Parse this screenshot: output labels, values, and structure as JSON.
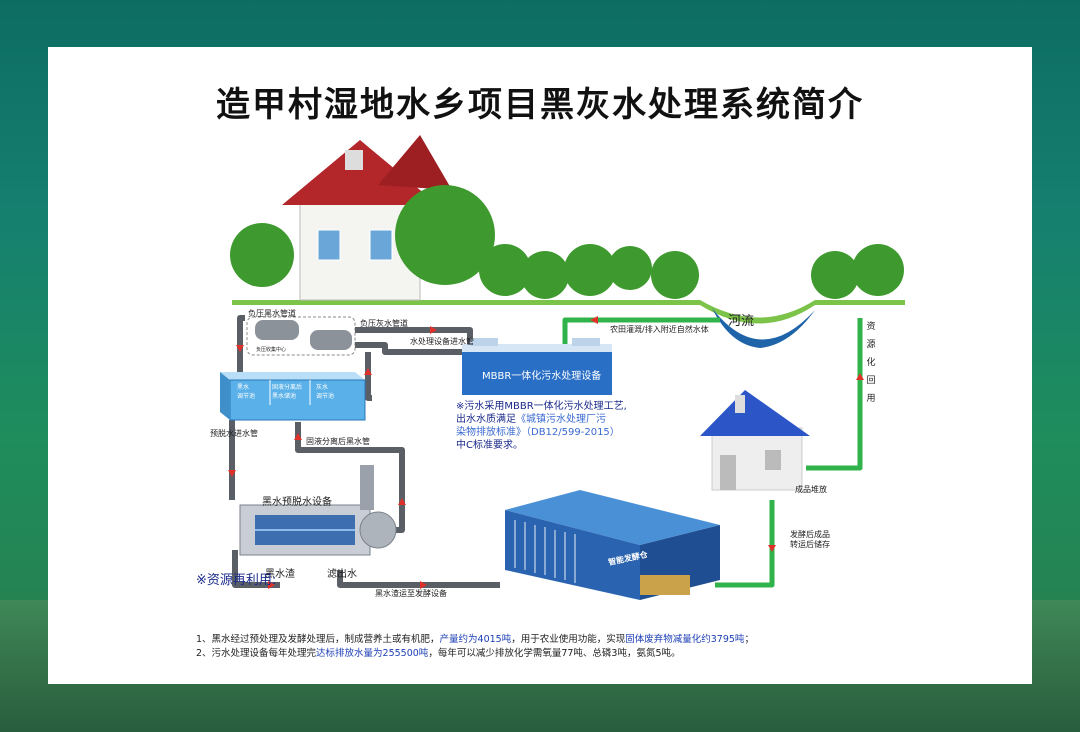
{
  "title": "造甲村湿地水乡项目黑灰水处理系统简介",
  "labels": {
    "negative_black_pipe": "负压黑水管道",
    "negative_gray_pipe": "负压灰水管道",
    "negative_center": "负压收集中心",
    "tank_black": "黑水\n调节池",
    "tank_sep": "固液分离后\n黑水储池",
    "tank_gray": "灰水\n调节池",
    "pre_dewater_inlet": "预脱水进水管",
    "solid_sep_pipe": "固液分离后黑水管",
    "treat_inlet_pipe": "水处理设备进水管",
    "mbbr": "MBBR一体化污水处理设备",
    "farmland": "农田灌溉/排入附近自然水体",
    "river": "河流",
    "pre_dewater_equip": "黑水预脱水设备",
    "black_residue": "黑水渣",
    "filtrate": "滤出水",
    "residue_transport": "黑水渣运至发酵设备",
    "ferment": "智能发酵仓",
    "product_stack": "成品堆放",
    "ferment_store": "发酵后成品\n转运后储存",
    "resource": "资源化回用"
  },
  "note": {
    "line1": "※污水采用MBBR一体化污水处理工艺,",
    "line2_a": "出水水质满足",
    "line2_b": "《城镇污水处理厂污",
    "line3": "染物排放标准》（DB12/599-2015）",
    "line4": "中C标准要求。"
  },
  "resource": {
    "title": "※资源再利用:",
    "l1_a": "1、黑水经过预处理及发酵处理后，制成营养土或有机肥，",
    "l1_b": "产量约为4015吨",
    "l1_c": "，用于农业使用功能，实现",
    "l1_d": "固体废弃物减量化约3795吨",
    "l1_e": "；",
    "l2_a": "2、污水处理设备每年处理完",
    "l2_b": "达标排放水量为255500吨",
    "l2_c": "，每年可以减少排放化学需氧量77吨、总磷3吨，氨氮5吨。"
  },
  "colors": {
    "pipe_gray": "#5a5f66",
    "pipe_green": "#2fb34a",
    "arrow_red": "#e0302a",
    "roof_red": "#b3262a",
    "roof_blue": "#2c56c8",
    "tank_blue": "#3a8fd6",
    "text_blue": "#1a2a8a"
  }
}
